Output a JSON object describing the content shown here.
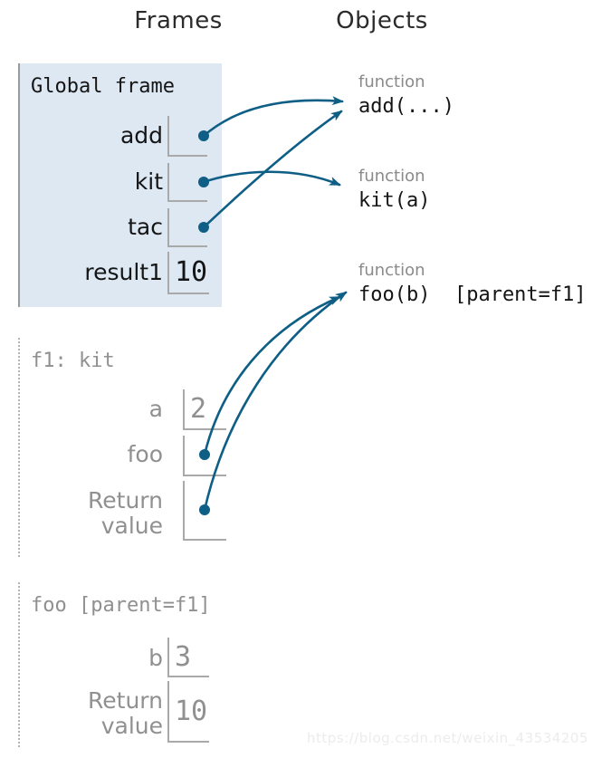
{
  "colors": {
    "accent": "#0e5e86",
    "frame_highlight_bg": "#dde8f3",
    "muted_text": "#909090",
    "border_gray": "#a9a9a9",
    "watermark_gray": "#ececec"
  },
  "header": {
    "frames_label": "Frames",
    "objects_label": "Objects"
  },
  "frames": [
    {
      "title": "Global frame",
      "rows": [
        {
          "label": "add",
          "value": "",
          "pointer": true
        },
        {
          "label": "kit",
          "value": "",
          "pointer": true
        },
        {
          "label": "tac",
          "value": "",
          "pointer": true
        },
        {
          "label": "result1",
          "value": "10",
          "pointer": false
        }
      ]
    },
    {
      "title": "f1: kit",
      "rows": [
        {
          "label": "a",
          "value": "2",
          "pointer": false
        },
        {
          "label": "foo",
          "value": "",
          "pointer": true
        },
        {
          "label": "Return value",
          "value": "",
          "pointer": true
        }
      ]
    },
    {
      "title": "foo [parent=f1]",
      "rows": [
        {
          "label": "b",
          "value": "3",
          "pointer": false
        },
        {
          "label": "Return value",
          "value": "10",
          "pointer": false
        }
      ]
    }
  ],
  "objects": [
    {
      "kind": "function",
      "label": "add(...)"
    },
    {
      "kind": "function",
      "label": "kit(a)"
    },
    {
      "kind": "function",
      "label": "foo(b)  [parent=f1]"
    }
  ],
  "watermark": "https://blog.csdn.net/weixin_43534205"
}
